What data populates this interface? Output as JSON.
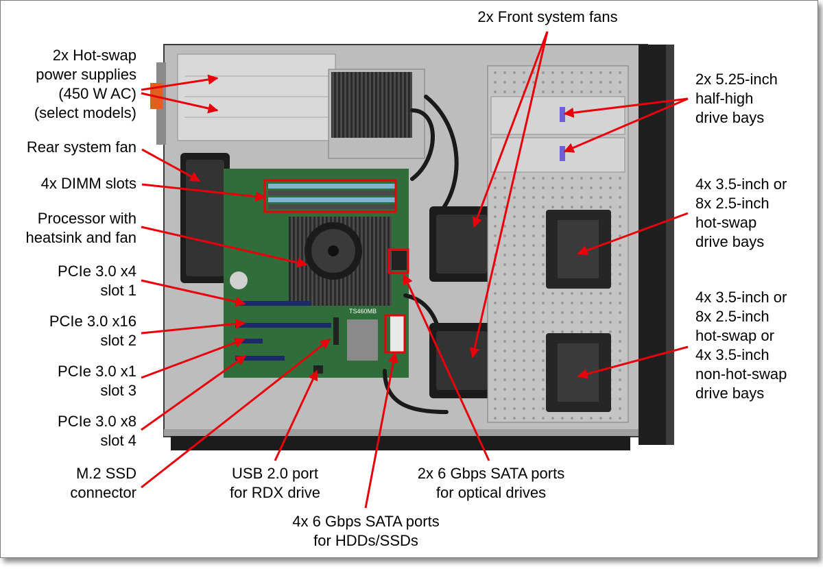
{
  "colors": {
    "callout": "#e8000b",
    "chassis": "#2a2a2a",
    "board": "#2f6e3a",
    "metal": "#c9c9c9"
  },
  "labels": {
    "psu": [
      "2x Hot-swap",
      "power supplies",
      "(450 W AC)",
      "(select models)"
    ],
    "rear_fan": [
      "Rear system fan"
    ],
    "dimm": [
      "4x DIMM slots"
    ],
    "cpu": [
      "Processor with",
      "heatsink and fan"
    ],
    "pcie1": [
      "PCIe 3.0 x4",
      "slot 1"
    ],
    "pcie2": [
      "PCIe 3.0 x16",
      "slot 2"
    ],
    "pcie3": [
      "PCIe 3.0 x1",
      "slot 3"
    ],
    "pcie4": [
      "PCIe 3.0 x8",
      "slot 4"
    ],
    "m2": [
      "M.2 SSD",
      "connector"
    ],
    "usb": [
      "USB 2.0 port",
      "for RDX drive"
    ],
    "sata4": [
      "4x 6 Gbps SATA ports",
      "for HDDs/SSDs"
    ],
    "sata2": [
      "2x 6 Gbps SATA ports",
      "for optical drives"
    ],
    "front_fans": [
      "2x Front system fans"
    ],
    "bay525": [
      "2x 5.25-inch",
      "half-high",
      "drive bays"
    ],
    "bay_upper": [
      "4x 3.5-inch or",
      "8x 2.5-inch",
      "hot-swap",
      "drive bays"
    ],
    "bay_lower": [
      "4x 3.5-inch or",
      "8x 2.5-inch",
      "hot-swap or",
      "4x 3.5-inch",
      "non-hot-swap",
      "drive bays"
    ]
  },
  "board_marking": "TS460MB"
}
